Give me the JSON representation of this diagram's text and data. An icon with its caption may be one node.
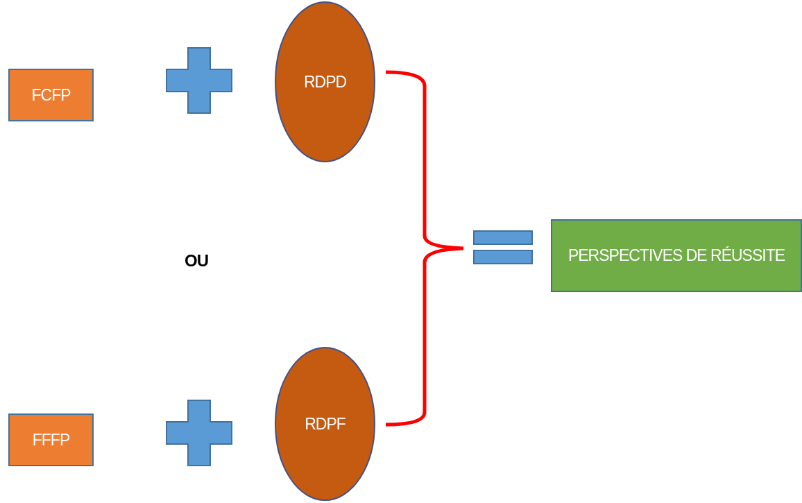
{
  "diagram": {
    "nodes": [
      {
        "text": [
          "FCFP"
        ]
      },
      {
        "text": [
          "RDPD"
        ]
      },
      {
        "text": [
          "FFFP"
        ]
      },
      {
        "text": [
          "RDPF"
        ]
      },
      {
        "text": [
          "PERSPECTIVES DE RÉUSSITE"
        ]
      }
    ],
    "labels": [
      "OU"
    ]
  }
}
